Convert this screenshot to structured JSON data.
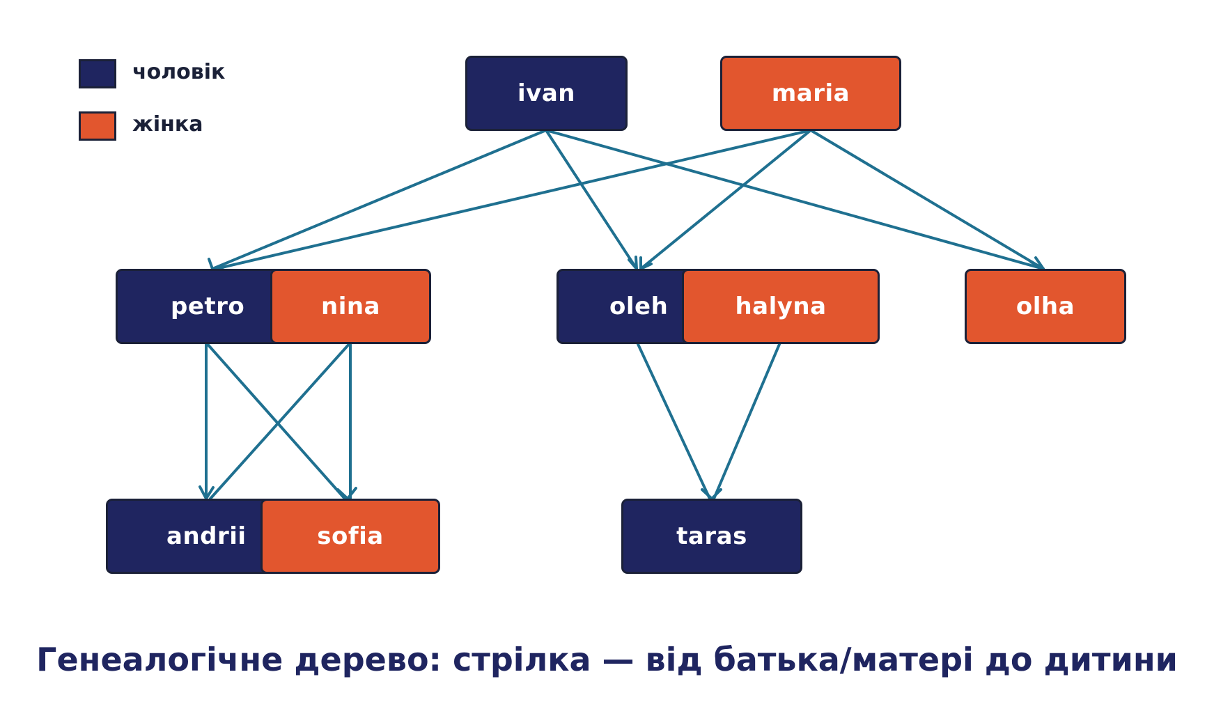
{
  "legend": {
    "male_label": "чоловік",
    "female_label": "жінка",
    "male_color": "#1f2560",
    "female_color": "#e2562e"
  },
  "nodes": {
    "ivan": "ivan",
    "maria": "maria",
    "petro": "petro",
    "nina": "nina",
    "oleh": "oleh",
    "halyna": "halyna",
    "olha": "olha",
    "andrii": "andrii",
    "sofia": "sofia",
    "taras": "taras"
  },
  "edge_color": "#1f7090",
  "caption": "Генеалогічне дерево: стрілка — від батька/матері до дитини"
}
